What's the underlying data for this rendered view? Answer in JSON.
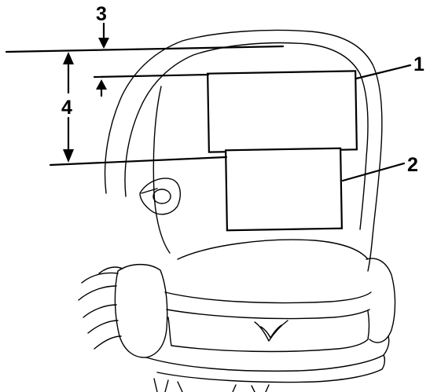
{
  "callouts": {
    "label_1": "1",
    "label_2": "2",
    "label_3": "3",
    "label_4": "4"
  },
  "colors": {
    "line": "#000000",
    "background": "#ffffff"
  }
}
